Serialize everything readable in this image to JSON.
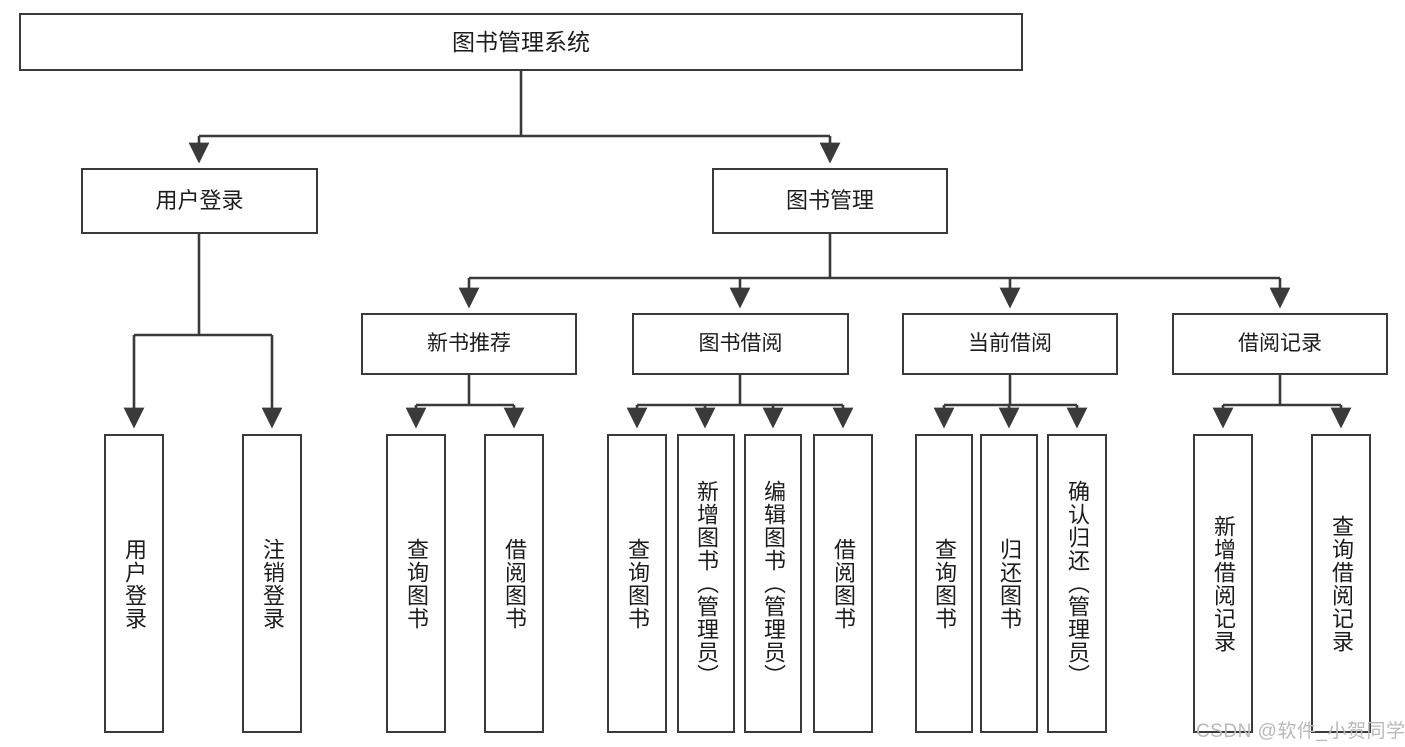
{
  "diagram": {
    "type": "tree-hierarchy",
    "title": "图书管理系统",
    "root": {
      "label": "图书管理系统"
    },
    "level2": [
      {
        "id": "user-login",
        "label": "用户登录"
      },
      {
        "id": "book-manage",
        "label": "图书管理"
      }
    ],
    "level3": [
      {
        "id": "new-book-rec",
        "label": "新书推荐",
        "parent": "book-manage"
      },
      {
        "id": "book-borrow",
        "label": "图书借阅",
        "parent": "book-manage"
      },
      {
        "id": "current-borrow",
        "label": "当前借阅",
        "parent": "book-manage"
      },
      {
        "id": "borrow-record",
        "label": "借阅记录",
        "parent": "book-manage"
      }
    ],
    "leaves": [
      {
        "id": "leaf-user-login",
        "label": "用户登录",
        "parent": "user-login"
      },
      {
        "id": "leaf-logout",
        "label": "注销登录",
        "parent": "user-login"
      },
      {
        "id": "leaf-query-book-1",
        "label": "查询图书",
        "parent": "new-book-rec"
      },
      {
        "id": "leaf-borrow-book-1",
        "label": "借阅图书",
        "parent": "new-book-rec"
      },
      {
        "id": "leaf-query-book-2",
        "label": "查询图书",
        "parent": "book-borrow"
      },
      {
        "id": "leaf-add-book",
        "label": "新增图书（管理员）",
        "parent": "book-borrow"
      },
      {
        "id": "leaf-edit-book",
        "label": "编辑图书（管理员）",
        "parent": "book-borrow"
      },
      {
        "id": "leaf-borrow-book-2",
        "label": "借阅图书",
        "parent": "book-borrow"
      },
      {
        "id": "leaf-query-book-3",
        "label": "查询图书",
        "parent": "current-borrow"
      },
      {
        "id": "leaf-return-book",
        "label": "归还图书",
        "parent": "current-borrow"
      },
      {
        "id": "leaf-confirm-return",
        "label": "确认归还（管理员）",
        "parent": "current-borrow"
      },
      {
        "id": "leaf-add-record",
        "label": "新增借阅记录",
        "parent": "borrow-record"
      },
      {
        "id": "leaf-query-record",
        "label": "查询借阅记录",
        "parent": "borrow-record"
      }
    ]
  },
  "watermark": {
    "text": "CSDN @软件_小贺同学"
  },
  "colors": {
    "stroke": "#3a3a3a",
    "fill": "#ffffff",
    "text": "#1c1c1c",
    "watermark": "#b9b9b9"
  }
}
